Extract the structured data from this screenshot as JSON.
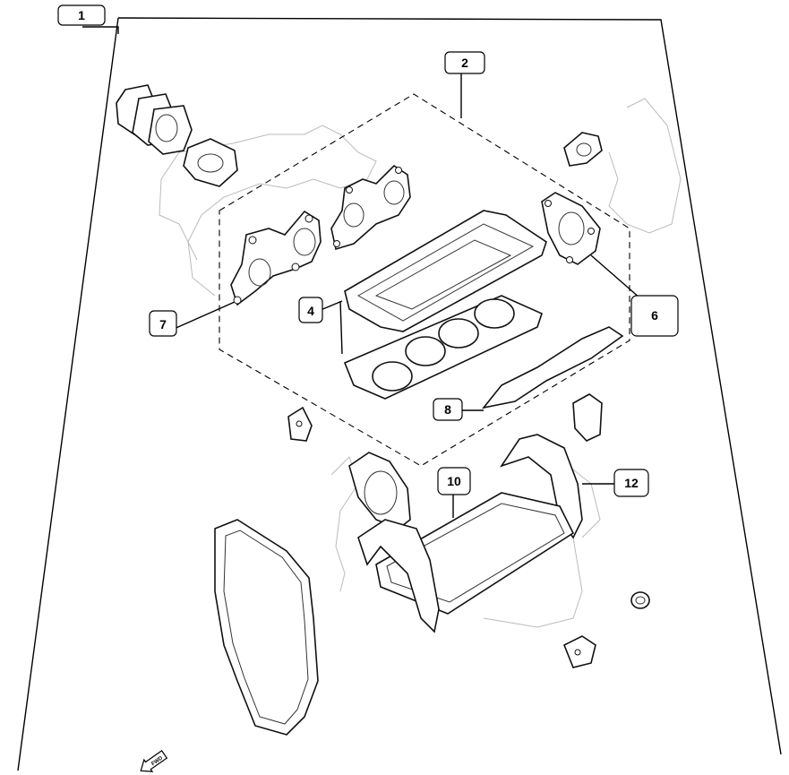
{
  "callouts": [
    {
      "id": "1",
      "label": "1"
    },
    {
      "id": "2",
      "label": "2"
    },
    {
      "id": "4",
      "label": "4"
    },
    {
      "id": "6",
      "label": "6"
    },
    {
      "id": "7",
      "label": "7"
    },
    {
      "id": "8",
      "label": "8"
    },
    {
      "id": "10",
      "label": "10"
    },
    {
      "id": "12",
      "label": "12"
    }
  ],
  "arrow": {
    "label": "FWD"
  }
}
